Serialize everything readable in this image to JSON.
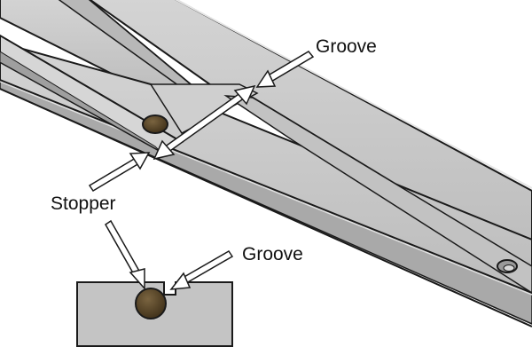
{
  "labels": {
    "groove_top": "Groove",
    "stopper": "Stopper",
    "groove_bottom": "Groove"
  },
  "colors": {
    "metal": "#c9c9c9",
    "metal_dark": "#aeaeae",
    "outline": "#1a1a1a",
    "stopper": "#4a3a22",
    "arrow_fill": "#ffffff"
  }
}
